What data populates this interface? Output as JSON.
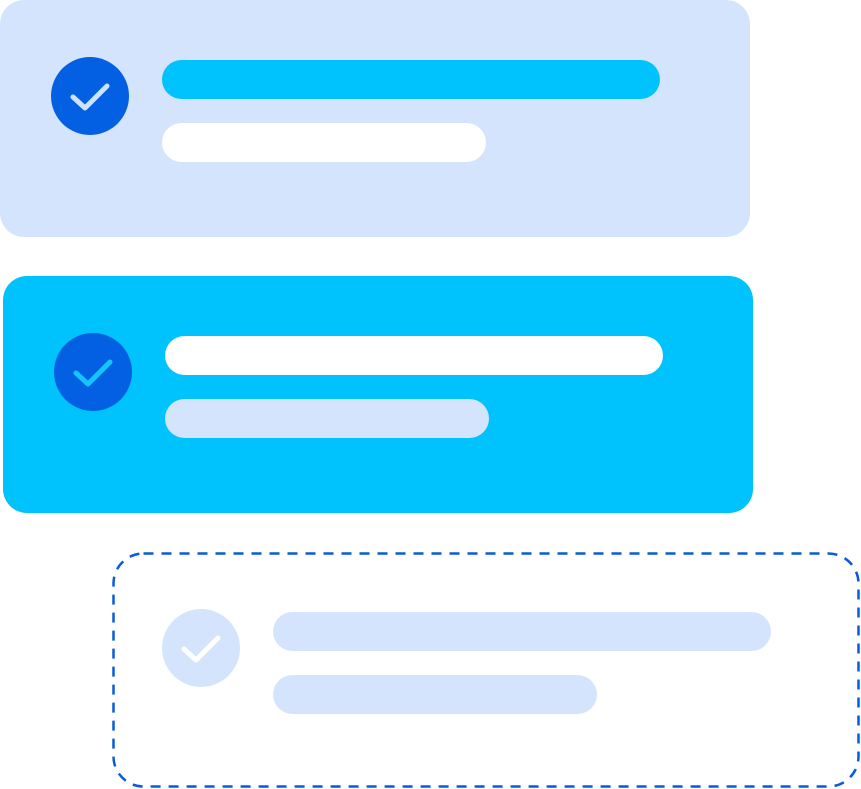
{
  "colors": {
    "card_light": "#d5e4fd",
    "card_cyan": "#00c2fc",
    "check_dark": "#0460e3",
    "check_mark_light": "#cfe2ff",
    "check_mark_cyan": "#16c4ff",
    "check_placeholder": "#d5e4fd",
    "white": "#ffffff",
    "dashed_border": "#0a5ad9"
  },
  "cards": [
    {
      "state": "completed",
      "icon": "check-circle-icon",
      "card_color": "#d5e4fd",
      "circle_color": "#0460e3",
      "mark_color": "#cfe2ff",
      "bar_colors": [
        "#00c2fc",
        "#ffffff"
      ]
    },
    {
      "state": "selected",
      "icon": "check-circle-icon",
      "card_color": "#00c2fc",
      "circle_color": "#0460e3",
      "mark_color": "#16c4ff",
      "bar_colors": [
        "#ffffff",
        "#d5e4fd"
      ]
    },
    {
      "state": "placeholder",
      "icon": "check-circle-icon",
      "card_color": "transparent",
      "border": "dashed",
      "circle_color": "#d5e4fd",
      "mark_color": "#ffffff",
      "bar_colors": [
        "#d5e4fd",
        "#d5e4fd"
      ]
    }
  ]
}
